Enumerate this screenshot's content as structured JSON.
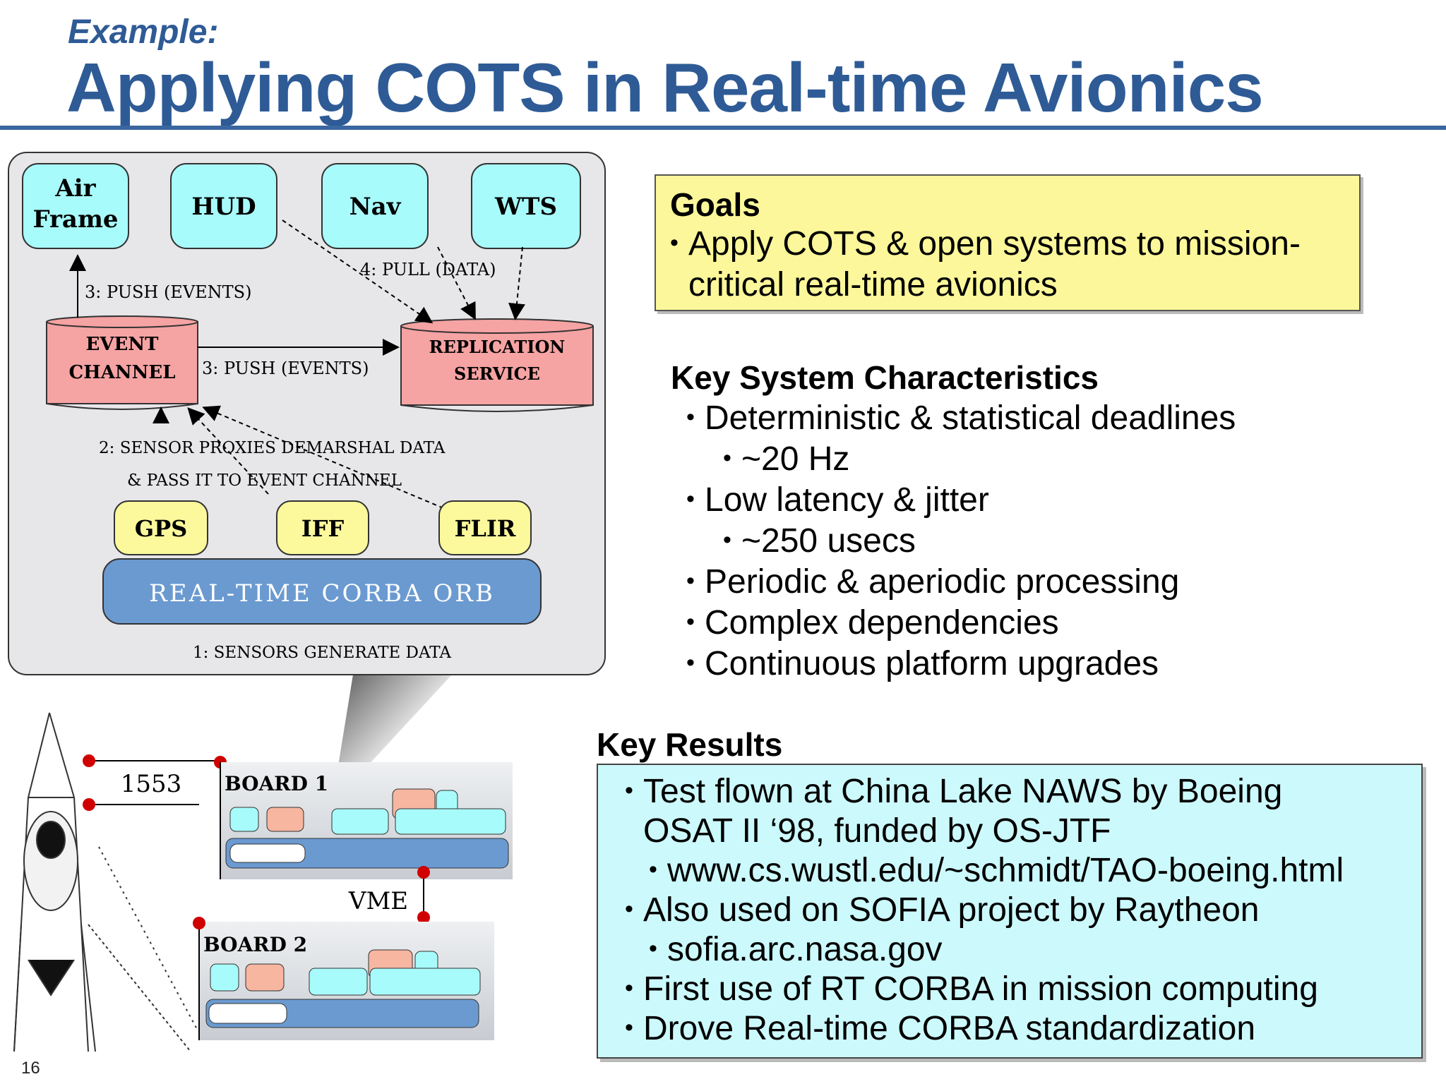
{
  "header": {
    "subtitle": "Example:",
    "title": "Applying COTS in Real-time Avionics"
  },
  "diagram": {
    "top_boxes": [
      "Air\nFrame",
      "HUD",
      "Nav",
      "WTS"
    ],
    "event_channel": "EVENT\nCHANNEL",
    "replication_service": "REPLICATION\nSERVICE",
    "label_push_airframe": "3: PUSH (EVENTS)",
    "label_push_replication": "3: PUSH (EVENTS)",
    "label_pull": "4: PULL (DATA)",
    "label_proxies_1": "2: SENSOR PROXIES DEMARSHAL DATA",
    "label_proxies_2": "& PASS IT TO EVENT CHANNEL",
    "sensors": [
      "GPS",
      "IFF",
      "FLIR"
    ],
    "orb": "REAL-TIME CORBA ORB",
    "label_sensors": "1: SENSORS GENERATE DATA",
    "bus_1553": "1553",
    "board1": "BOARD 1",
    "board2": "BOARD 2",
    "vme": "VME",
    "colors": {
      "cyan": "#a8fbfb",
      "pink": "#f6a3a3",
      "yellow": "#fbf99c",
      "orb_blue": "#6b9ad0",
      "panel": "#e7e7ea"
    }
  },
  "goals": {
    "heading": "Goals",
    "items": [
      "Apply COTS & open systems to mission-\ncritical real-time avionics"
    ]
  },
  "key_system": {
    "heading": "Key System Characteristics",
    "items": [
      {
        "text": "Deterministic & statistical deadlines",
        "level": 1
      },
      {
        "text": "~20 Hz",
        "level": 2
      },
      {
        "text": "Low latency & jitter",
        "level": 1
      },
      {
        "text": "~250 usecs",
        "level": 2
      },
      {
        "text": "Periodic & aperiodic processing",
        "level": 1
      },
      {
        "text": "Complex dependencies",
        "level": 1
      },
      {
        "text": "Continuous platform upgrades",
        "level": 1
      }
    ]
  },
  "key_results": {
    "heading": "Key Results",
    "items": [
      {
        "text": "Test flown at China Lake NAWS by Boeing\nOSAT II ‘98, funded by OS-JTF",
        "level": 1
      },
      {
        "text": "www.cs.wustl.edu/~schmidt/TAO-boeing.html",
        "level": 2
      },
      {
        "text": "Also used on SOFIA project by Raytheon",
        "level": 1
      },
      {
        "text": "sofia.arc.nasa.gov",
        "level": 2
      },
      {
        "text": "First use of RT CORBA in mission computing",
        "level": 1
      },
      {
        "text": "Drove Real-time CORBA standardization",
        "level": 1
      }
    ]
  },
  "page_number": "16"
}
